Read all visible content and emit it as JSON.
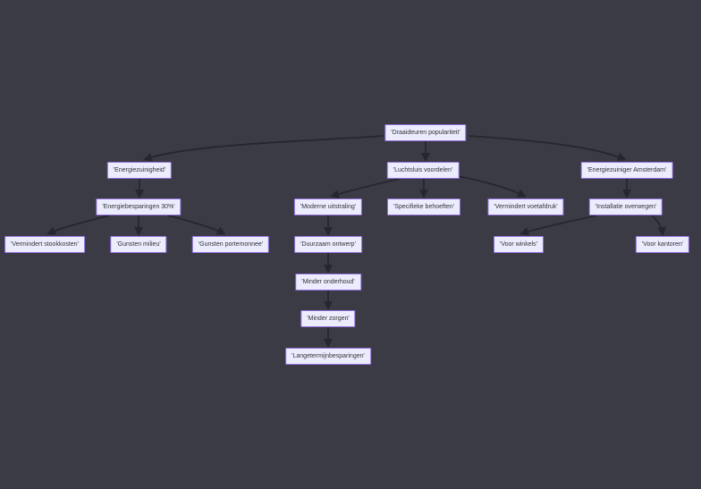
{
  "diagram": {
    "kind": "flowchart",
    "direction": "top-down",
    "nodes": {
      "root": {
        "label": "'Draaideuren populariteit'"
      },
      "energiezuinigheid": {
        "label": "'Energiezuinigheid'"
      },
      "luchtsluis_voordelen": {
        "label": "'Luchtsluis voordelen'"
      },
      "energiezuiniger_amsterdam": {
        "label": "'Energiezuiniger Amsterdam'"
      },
      "energiebesparingen_30": {
        "label": "'Energiebesparingen 30%'"
      },
      "vermindert_stookkosten": {
        "label": "'Vermindert stookkosten'"
      },
      "gunsten_milieu": {
        "label": "'Gunsten milieu'"
      },
      "gunsten_portemonnee": {
        "label": "'Gunsten portemonnee'"
      },
      "moderne_uitstraling": {
        "label": "'Moderne uitstraling'"
      },
      "specifieke_behoeften": {
        "label": "'Specifieke behoeften'"
      },
      "vermindert_voetafdruk": {
        "label": "'Vermindert voetafdruk'"
      },
      "duurzaam_ontwerp": {
        "label": "'Duurzaam ontwerp'"
      },
      "minder_onderhoud": {
        "label": "'Minder onderhoud'"
      },
      "minder_zorgen": {
        "label": "'Minder zorgen'"
      },
      "langetermijnbesparingen": {
        "label": "'Langetermijnbesparingen'"
      },
      "installatie_overwegen": {
        "label": "'Installatie overwegen'"
      },
      "voor_winkels": {
        "label": "'Voor winkels'"
      },
      "voor_kantoren": {
        "label": "'Voor kantoren'"
      }
    },
    "edges": [
      {
        "from": "root",
        "to": "energiezuinigheid"
      },
      {
        "from": "root",
        "to": "luchtsluis_voordelen"
      },
      {
        "from": "root",
        "to": "energiezuiniger_amsterdam"
      },
      {
        "from": "energiezuinigheid",
        "to": "energiebesparingen_30"
      },
      {
        "from": "energiebesparingen_30",
        "to": "vermindert_stookkosten"
      },
      {
        "from": "energiebesparingen_30",
        "to": "gunsten_milieu"
      },
      {
        "from": "energiebesparingen_30",
        "to": "gunsten_portemonnee"
      },
      {
        "from": "luchtsluis_voordelen",
        "to": "moderne_uitstraling"
      },
      {
        "from": "luchtsluis_voordelen",
        "to": "specifieke_behoeften"
      },
      {
        "from": "luchtsluis_voordelen",
        "to": "vermindert_voetafdruk"
      },
      {
        "from": "moderne_uitstraling",
        "to": "duurzaam_ontwerp"
      },
      {
        "from": "duurzaam_ontwerp",
        "to": "minder_onderhoud"
      },
      {
        "from": "minder_onderhoud",
        "to": "minder_zorgen"
      },
      {
        "from": "minder_zorgen",
        "to": "langetermijnbesparingen"
      },
      {
        "from": "energiezuiniger_amsterdam",
        "to": "installatie_overwegen"
      },
      {
        "from": "installatie_overwegen",
        "to": "voor_winkels"
      },
      {
        "from": "installatie_overwegen",
        "to": "voor_kantoren"
      }
    ]
  },
  "colors": {
    "background": "#3b3b46",
    "node_fill": "#ececff",
    "node_border": "#9370db",
    "node_text": "#333333",
    "edge": "#26262e"
  }
}
